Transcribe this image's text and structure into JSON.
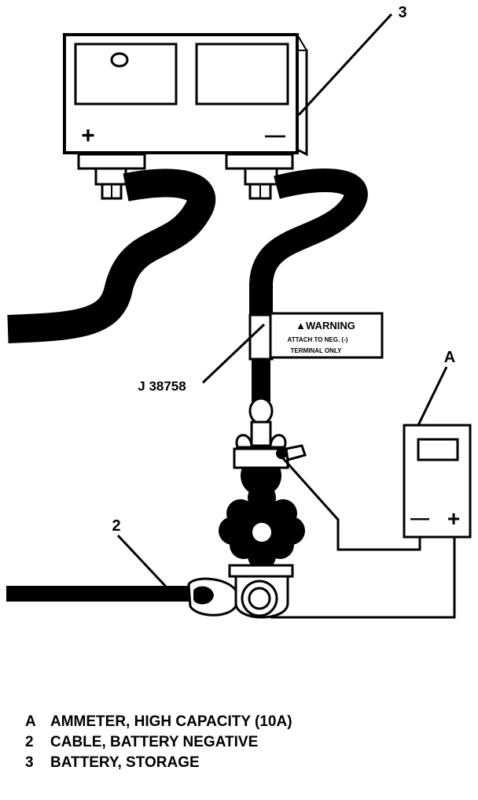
{
  "callouts": {
    "battery": "3",
    "ammeter": "A",
    "cable": "2",
    "tool": "J 38758"
  },
  "battery": {
    "positive_symbol": "+",
    "negative_symbol": "—"
  },
  "ammeter": {
    "negative_symbol": "—",
    "positive_symbol": "+"
  },
  "warning_tag": {
    "title": "▲WARNING",
    "line1": "ATTACH TO NEG. (-)",
    "line2": "TERMINAL ONLY"
  },
  "legend": [
    {
      "key": "A",
      "text": "AMMETER, HIGH CAPACITY (10A)"
    },
    {
      "key": "2",
      "text": "CABLE, BATTERY NEGATIVE"
    },
    {
      "key": "3",
      "text": "BATTERY, STORAGE"
    }
  ]
}
